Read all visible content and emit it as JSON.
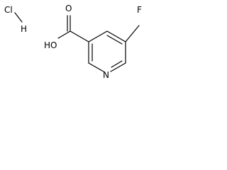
{
  "molecule": {
    "salt_label_cl": "Cl",
    "salt_label_h": "H",
    "hydroxyl_label": "HO",
    "carbonyl_label": "O",
    "fluorine_label": "F",
    "nitrogen_label": "N"
  }
}
